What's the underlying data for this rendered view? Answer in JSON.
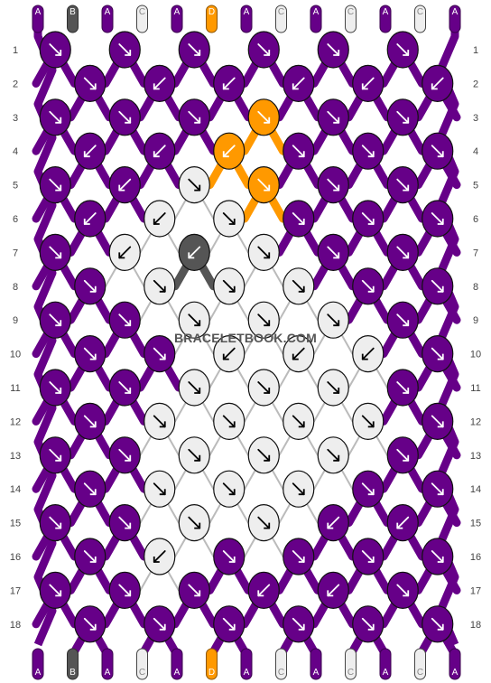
{
  "watermark": "BRACELETBOOK.COM",
  "rows": 18,
  "strings": [
    "A",
    "B",
    "A",
    "C",
    "A",
    "D",
    "A",
    "C",
    "A",
    "C",
    "A",
    "C",
    "A"
  ],
  "colors": {
    "A": "#660088",
    "B": "#555555",
    "C": "#eeeeee",
    "D": "#ff9900"
  },
  "row_labels": [
    "1",
    "2",
    "3",
    "4",
    "5",
    "6",
    "7",
    "8",
    "9",
    "10",
    "11",
    "12",
    "13",
    "14",
    "15",
    "16",
    "17",
    "18"
  ],
  "knots": [
    [
      {
        "c": "A",
        "d": "se"
      },
      {
        "c": "A",
        "d": "se"
      },
      {
        "c": "A",
        "d": "se"
      },
      {
        "c": "A",
        "d": "se"
      },
      {
        "c": "A",
        "d": "se"
      },
      {
        "c": "A",
        "d": "se"
      }
    ],
    [
      {
        "c": "A",
        "d": "se"
      },
      {
        "c": "A",
        "d": "sw"
      },
      {
        "c": "A",
        "d": "sw"
      },
      {
        "c": "A",
        "d": "sw"
      },
      {
        "c": "A",
        "d": "sw"
      },
      {
        "c": "A",
        "d": "sw"
      }
    ],
    [
      {
        "c": "A",
        "d": "se"
      },
      {
        "c": "A",
        "d": "se"
      },
      {
        "c": "A",
        "d": "se"
      },
      {
        "c": "D",
        "d": "se"
      },
      {
        "c": "A",
        "d": "se"
      },
      {
        "c": "A",
        "d": "se"
      }
    ],
    [
      {
        "c": "A",
        "d": "sw"
      },
      {
        "c": "A",
        "d": "sw"
      },
      {
        "c": "D",
        "d": "sw"
      },
      {
        "c": "A",
        "d": "se"
      },
      {
        "c": "A",
        "d": "se"
      },
      {
        "c": "A",
        "d": "se"
      }
    ],
    [
      {
        "c": "A",
        "d": "se"
      },
      {
        "c": "A",
        "d": "sw"
      },
      {
        "c": "C",
        "d": "se"
      },
      {
        "c": "D",
        "d": "se"
      },
      {
        "c": "A",
        "d": "se"
      },
      {
        "c": "A",
        "d": "se"
      }
    ],
    [
      {
        "c": "A",
        "d": "sw"
      },
      {
        "c": "C",
        "d": "sw"
      },
      {
        "c": "C",
        "d": "se"
      },
      {
        "c": "A",
        "d": "se"
      },
      {
        "c": "A",
        "d": "se"
      },
      {
        "c": "A",
        "d": "se"
      }
    ],
    [
      {
        "c": "A",
        "d": "se"
      },
      {
        "c": "C",
        "d": "sw"
      },
      {
        "c": "B",
        "d": "sw"
      },
      {
        "c": "C",
        "d": "se"
      },
      {
        "c": "A",
        "d": "se"
      },
      {
        "c": "A",
        "d": "se"
      }
    ],
    [
      {
        "c": "A",
        "d": "se"
      },
      {
        "c": "C",
        "d": "se"
      },
      {
        "c": "C",
        "d": "se"
      },
      {
        "c": "C",
        "d": "se"
      },
      {
        "c": "A",
        "d": "se"
      },
      {
        "c": "A",
        "d": "se"
      }
    ],
    [
      {
        "c": "A",
        "d": "se"
      },
      {
        "c": "A",
        "d": "se"
      },
      {
        "c": "C",
        "d": "se"
      },
      {
        "c": "C",
        "d": "se"
      },
      {
        "c": "C",
        "d": "se"
      },
      {
        "c": "A",
        "d": "se"
      }
    ],
    [
      {
        "c": "A",
        "d": "se"
      },
      {
        "c": "A",
        "d": "se"
      },
      {
        "c": "C",
        "d": "sw"
      },
      {
        "c": "C",
        "d": "sw"
      },
      {
        "c": "C",
        "d": "sw"
      },
      {
        "c": "A",
        "d": "se"
      }
    ],
    [
      {
        "c": "A",
        "d": "se"
      },
      {
        "c": "A",
        "d": "se"
      },
      {
        "c": "C",
        "d": "se"
      },
      {
        "c": "C",
        "d": "se"
      },
      {
        "c": "C",
        "d": "se"
      },
      {
        "c": "A",
        "d": "se"
      }
    ],
    [
      {
        "c": "A",
        "d": "se"
      },
      {
        "c": "C",
        "d": "se"
      },
      {
        "c": "C",
        "d": "se"
      },
      {
        "c": "C",
        "d": "se"
      },
      {
        "c": "C",
        "d": "se"
      },
      {
        "c": "A",
        "d": "se"
      }
    ],
    [
      {
        "c": "A",
        "d": "se"
      },
      {
        "c": "A",
        "d": "se"
      },
      {
        "c": "C",
        "d": "se"
      },
      {
        "c": "C",
        "d": "se"
      },
      {
        "c": "C",
        "d": "se"
      },
      {
        "c": "A",
        "d": "se"
      }
    ],
    [
      {
        "c": "A",
        "d": "se"
      },
      {
        "c": "C",
        "d": "se"
      },
      {
        "c": "C",
        "d": "se"
      },
      {
        "c": "C",
        "d": "se"
      },
      {
        "c": "A",
        "d": "se"
      },
      {
        "c": "A",
        "d": "se"
      }
    ],
    [
      {
        "c": "A",
        "d": "se"
      },
      {
        "c": "A",
        "d": "se"
      },
      {
        "c": "C",
        "d": "se"
      },
      {
        "c": "C",
        "d": "se"
      },
      {
        "c": "A",
        "d": "sw"
      },
      {
        "c": "A",
        "d": "sw"
      }
    ],
    [
      {
        "c": "A",
        "d": "se"
      },
      {
        "c": "C",
        "d": "sw"
      },
      {
        "c": "A",
        "d": "se"
      },
      {
        "c": "A",
        "d": "se"
      },
      {
        "c": "A",
        "d": "se"
      },
      {
        "c": "A",
        "d": "se"
      }
    ],
    [
      {
        "c": "A",
        "d": "se"
      },
      {
        "c": "A",
        "d": "se"
      },
      {
        "c": "A",
        "d": "se"
      },
      {
        "c": "A",
        "d": "sw"
      },
      {
        "c": "A",
        "d": "sw"
      },
      {
        "c": "A",
        "d": "se"
      }
    ],
    [
      {
        "c": "A",
        "d": "se"
      },
      {
        "c": "A",
        "d": "se"
      },
      {
        "c": "A",
        "d": "se"
      },
      {
        "c": "A",
        "d": "se"
      },
      {
        "c": "A",
        "d": "se"
      },
      {
        "c": "A",
        "d": "se"
      }
    ]
  ]
}
